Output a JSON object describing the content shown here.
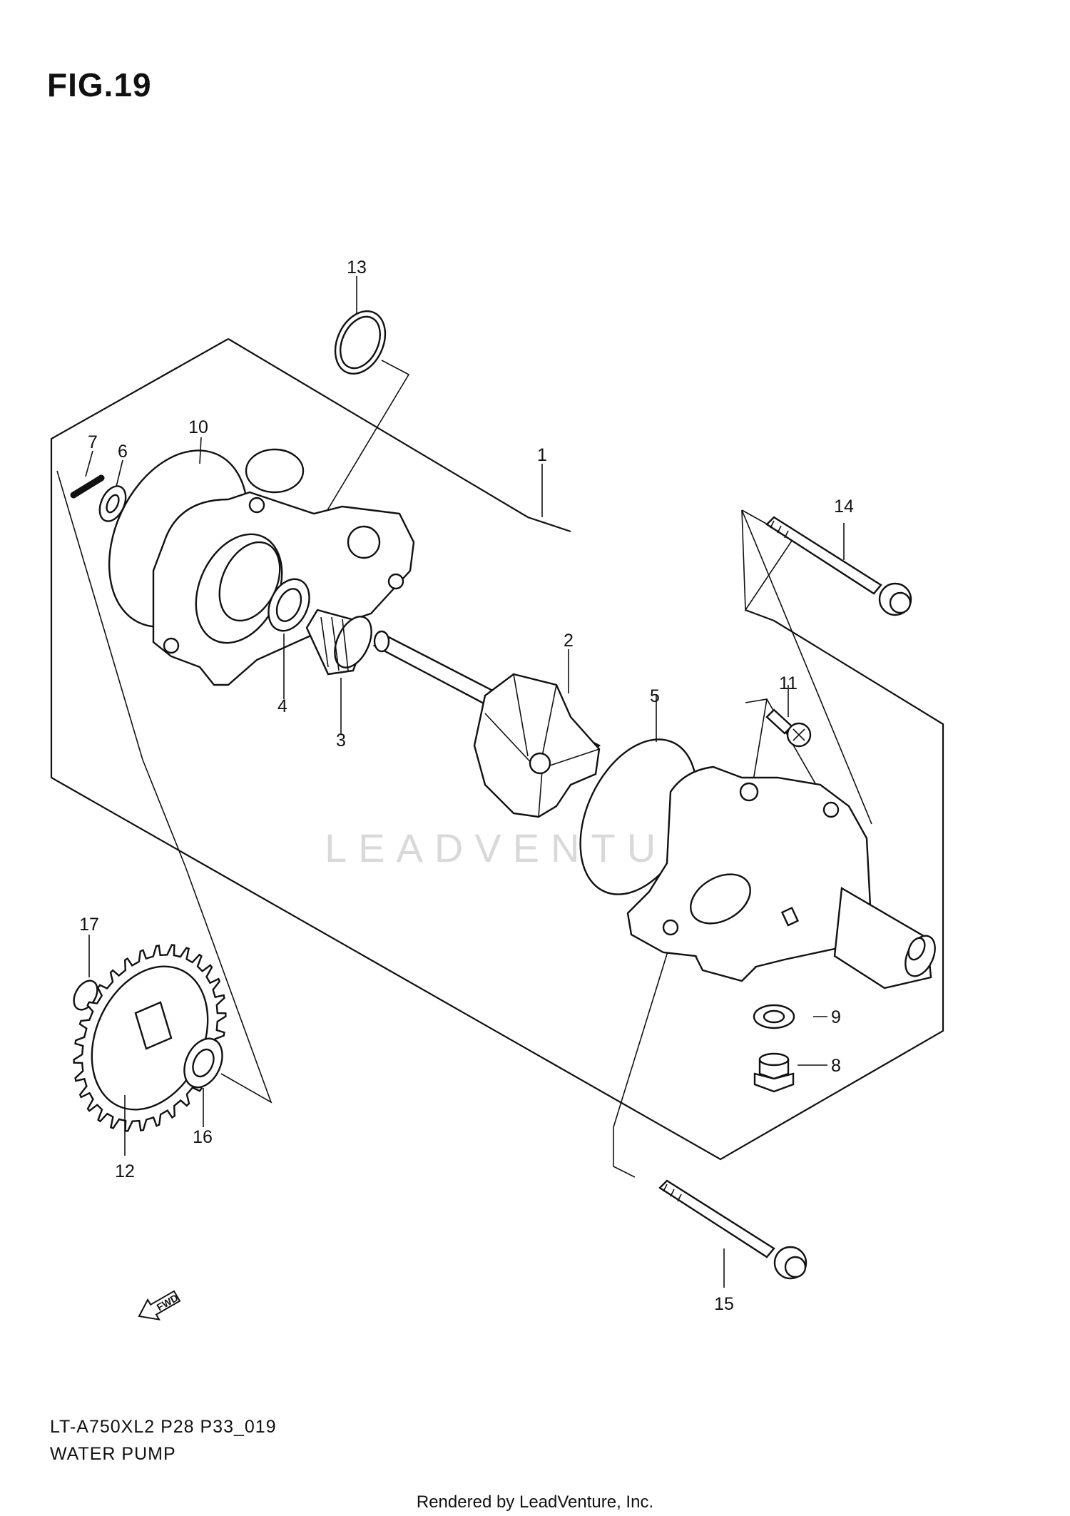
{
  "figure": {
    "title": "FIG.19",
    "model_code": "LT-A750XL2 P28 P33_019",
    "name": "WATER PUMP"
  },
  "watermark": "LEADVENTURE",
  "direction_marker": "FWD",
  "footer": "Rendered by LeadVenture, Inc.",
  "callouts": {
    "c1": "1",
    "c2": "2",
    "c3": "3",
    "c4": "4",
    "c5": "5",
    "c6": "6",
    "c7": "7",
    "c8": "8",
    "c9": "9",
    "c10": "10",
    "c11": "11",
    "c12": "12",
    "c13": "13",
    "c14": "14",
    "c15": "15",
    "c16": "16",
    "c17": "17"
  }
}
